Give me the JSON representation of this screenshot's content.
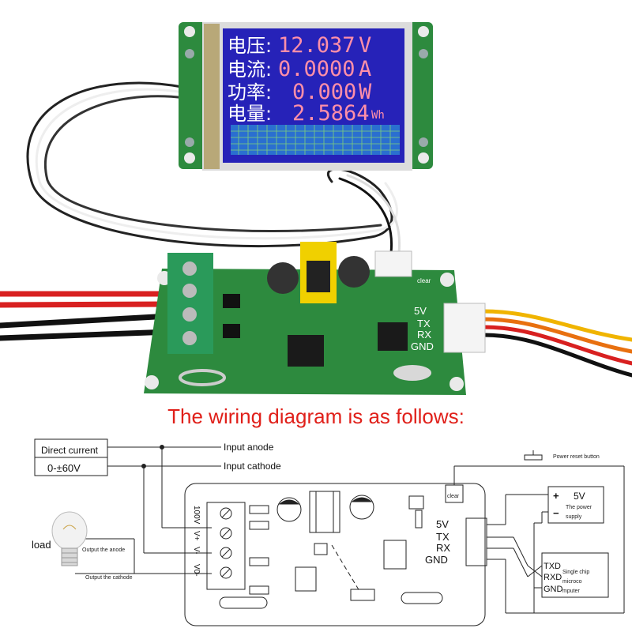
{
  "lcd": {
    "rows": [
      {
        "label": "电压:",
        "value": "12.037",
        "unit": "V"
      },
      {
        "label": "电流:",
        "value": "0.0000",
        "unit": "A"
      },
      {
        "label": "功率:",
        "value": "0.000",
        "unit": "W"
      },
      {
        "label": "电量:",
        "value": "2.5864",
        "unit": "Wh"
      }
    ]
  },
  "board": {
    "pins": [
      "5V",
      "TX",
      "RX",
      "GND"
    ],
    "clear_label": "clear"
  },
  "caption": "The wiring diagram is as follows:",
  "diagram": {
    "source_label": "Direct current",
    "source_range": "0-±60V",
    "input_anode": "Input anode",
    "input_cathode": "Input cathode",
    "reset_button": "Power reset button",
    "terminals": [
      "100V",
      "V+",
      "V-",
      "V0-"
    ],
    "pins": [
      "5V",
      "TX",
      "RX",
      "GND"
    ],
    "clear_label": "clear",
    "load_label": "load",
    "output_anode": "Output the anode",
    "output_cathode": "Output the cathode",
    "psu": {
      "plus": "+",
      "minus": "−",
      "voltage": "5V",
      "line1": "The power",
      "line2": "supply"
    },
    "mcu": {
      "pins": [
        "TXD",
        "RXD",
        "GND"
      ],
      "line1": "Single chip",
      "line2": "microco",
      "line3": "mputer"
    }
  },
  "colors": {
    "caption": "#e0201a",
    "pcb": "#2d8a3e",
    "lcd_bg": "#2622b8",
    "lcd_text": "#ff8fa8"
  }
}
